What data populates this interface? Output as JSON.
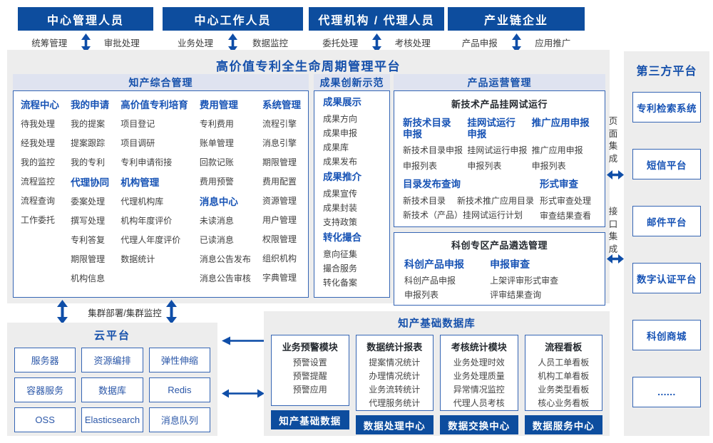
{
  "actors": [
    {
      "title": "中心管理人员",
      "left_label": "统筹管理",
      "right_label": "审批处理"
    },
    {
      "title": "中心工作人员",
      "left_label": "业务处理",
      "right_label": "数据监控"
    },
    {
      "title": "代理机构 / 代理人员",
      "left_label": "委托处理",
      "right_label": "考核处理"
    },
    {
      "title": "产业链企业",
      "left_label": "产品申报",
      "right_label": "应用推广"
    }
  ],
  "platform": {
    "title": "高价值专利全生命周期管理平台",
    "ip_mgmt": {
      "title": "知产综合管理",
      "col1": {
        "header": "流程中心",
        "items": [
          "待我处理",
          "经我处理",
          "我的监控",
          "流程监控",
          "流程查询",
          "工作委托"
        ]
      },
      "col2a": {
        "header": "我的申请",
        "items": [
          "我的提案",
          "提案跟踪",
          "我的专利"
        ]
      },
      "col2b": {
        "header": "代理协同",
        "items": [
          "委案处理",
          "撰写处理",
          "专利答复",
          "期限管理",
          "机构信息"
        ]
      },
      "col3a": {
        "header": "高价值专利培育",
        "items": [
          "项目登记",
          "项目调研",
          "专利申请衔接"
        ]
      },
      "col3b": {
        "header": "机构管理",
        "items": [
          "代理机构库",
          "机构年度评价",
          "代理人年度评价",
          "数据统计"
        ]
      },
      "col4a": {
        "header": "费用管理",
        "items": [
          "专利费用",
          "账单管理",
          "回款记账",
          "费用预警"
        ]
      },
      "col4b": {
        "header": "消息中心",
        "items": [
          "未读消息",
          "已读消息",
          "消息公告发布",
          "消息公告审核"
        ]
      },
      "col5": {
        "header": "系统管理",
        "items": [
          "流程引擎",
          "消息引擎",
          "期限管理",
          "费用配置",
          "资源管理",
          "用户管理",
          "权限管理",
          "组织机构",
          "字典管理"
        ]
      }
    },
    "achievement": {
      "title": "成果创新示范",
      "g1": {
        "header": "成果展示",
        "items": [
          "成果方向",
          "成果申报",
          "成果库",
          "成果发布"
        ]
      },
      "g2": {
        "header": "成果推介",
        "items": [
          "成果宣传",
          "成果封装",
          "支持政策"
        ]
      },
      "g3": {
        "header": "转化撮合",
        "items": [
          "意向征集",
          "撮合服务",
          "转化备案"
        ]
      }
    },
    "product_ops": {
      "title": "产品运营管理",
      "trial": {
        "title": "新技术产品挂网试运行",
        "c1": {
          "header": "新技术目录申报",
          "items": [
            "新技术目录申报",
            "申报列表"
          ]
        },
        "c2": {
          "header": "挂网试运行申报",
          "items": [
            "挂网试运行申报",
            "申报列表"
          ]
        },
        "c3": {
          "header": "推广应用申报",
          "items": [
            "推广应用申报",
            "申报列表"
          ]
        },
        "c4": {
          "header": "目录发布查询",
          "items": [
            "新技术目录",
            "新技术推广应用目录",
            "新技术（产品）挂网试运行计划"
          ]
        },
        "c5": {
          "header": "形式审查",
          "items": [
            "形式审查处理",
            "审查结果查看"
          ]
        }
      },
      "sci": {
        "title": "科创专区产品遴选管理",
        "c1": {
          "header": "科创产品申报",
          "items": [
            "科创产品申报",
            "申报列表"
          ]
        },
        "c2": {
          "header": "申报审查",
          "items": [
            "上架评审形式审查",
            "评审结果查询"
          ]
        }
      }
    }
  },
  "integration": {
    "page": "页面集成",
    "api": "接口集成"
  },
  "third_party": {
    "title": "第三方平台",
    "items": [
      "专利检索系统",
      "短信平台",
      "邮件平台",
      "数字认证平台",
      "科创商城",
      "......"
    ]
  },
  "cluster_label": "集群部署/集群监控",
  "cloud": {
    "title": "云平台",
    "items": [
      "服务器",
      "资源编排",
      "弹性伸缩",
      "容器服务",
      "数据库",
      "Redis",
      "OSS",
      "Elasticsearch",
      "消息队列"
    ]
  },
  "data_platform": {
    "title": "知产基础数据库",
    "modules": [
      {
        "header": "业务预警模块",
        "items": [
          "预警设置",
          "预警提醒",
          "预警应用"
        ],
        "footer": "知产基础数据"
      },
      {
        "header": "数据统计报表",
        "items": [
          "提案情况统计",
          "办理情况统计",
          "业务流转统计",
          "代理服务统计"
        ],
        "footer": "数据处理中心"
      },
      {
        "header": "考核统计模块",
        "items": [
          "业务处理时效",
          "业务处理质量",
          "异常情况监控",
          "代理人员考核"
        ],
        "footer": "数据交换中心"
      },
      {
        "header": "流程看板",
        "items": [
          "人员工单看板",
          "机构工单看板",
          "业务类型看板",
          "核心业务看板"
        ],
        "footer": "数据服务中心"
      }
    ]
  },
  "colors": {
    "primary": "#0d4d9e",
    "header_blue": "#1753b5",
    "band_bg": "#dfe3f0",
    "panel_bg": "#ededed"
  }
}
